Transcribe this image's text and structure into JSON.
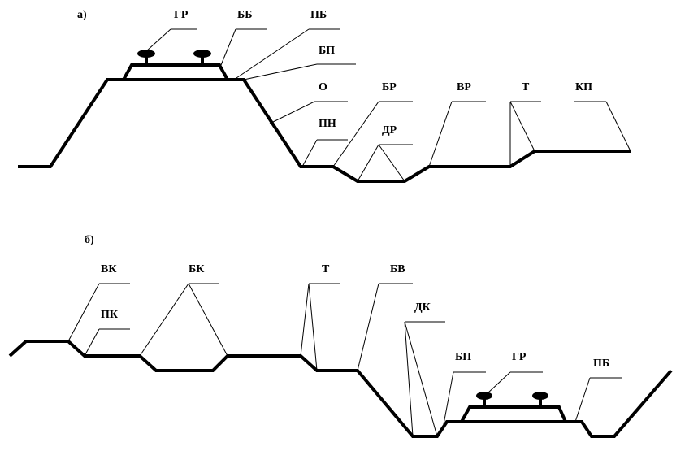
{
  "diagram_a": {
    "panel_label": "а)",
    "labels": {
      "gr": "ГР",
      "bb": "ББ",
      "pb": "ПБ",
      "bp": "БП",
      "o": "О",
      "pn": "ПН",
      "br": "БР",
      "dr": "ДР",
      "vr": "ВР",
      "t": "Т",
      "kp": "КП"
    }
  },
  "diagram_b": {
    "panel_label": "б)",
    "labels": {
      "vk": "ВК",
      "pk": "ПК",
      "bk": "БК",
      "t": "Т",
      "bv": "БВ",
      "dk": "ДК",
      "bp": "БП",
      "gr": "ГР",
      "pb": "ПБ"
    }
  }
}
